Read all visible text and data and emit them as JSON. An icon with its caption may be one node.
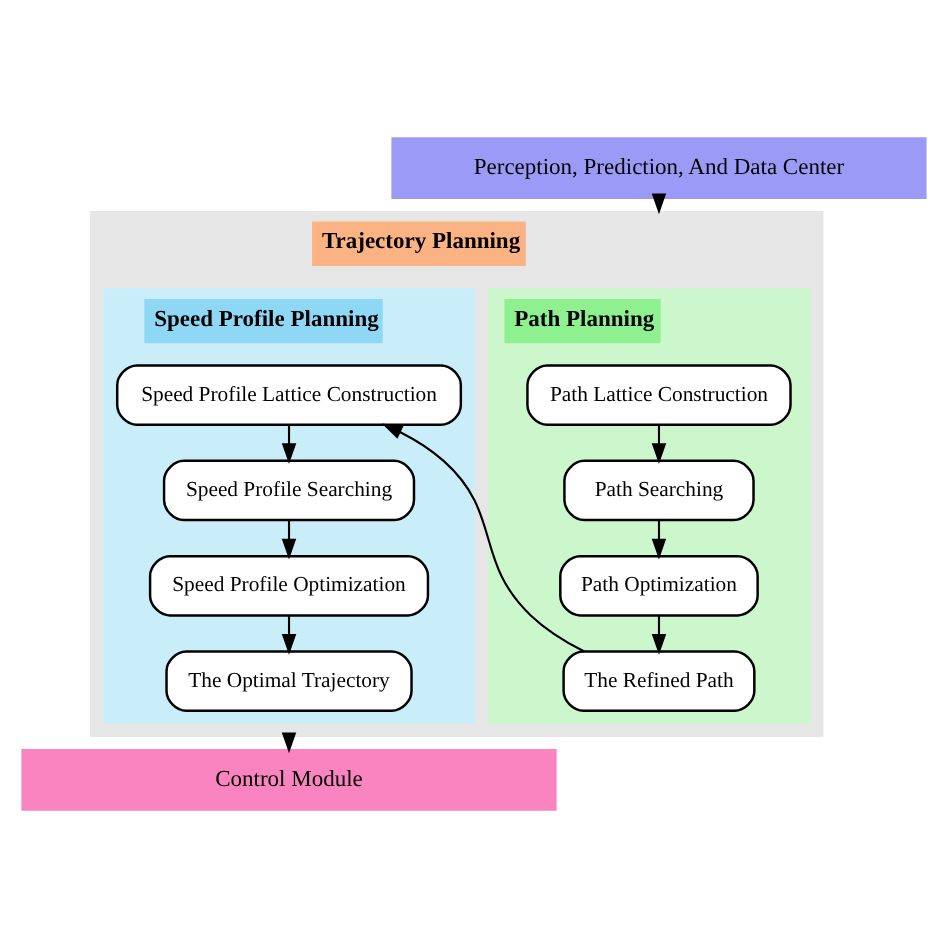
{
  "diagram": {
    "nodes": [
      {
        "text": [
          "Perception, Prediction, And Data Center"
        ]
      },
      {
        "text": [
          "Trajectory Planning"
        ]
      },
      {
        "text": [
          "Path Planning"
        ],
        "in": 1
      },
      {
        "text": [
          "Path Lattice Construction"
        ],
        "in": 2
      },
      {
        "text": [
          "Path Searching"
        ],
        "in": 2
      },
      {
        "text": [
          "Path Optimization"
        ],
        "in": 2
      },
      {
        "text": [
          "The Refined Path"
        ],
        "in": 2
      },
      {
        "text": [
          "Speed Profile Planning"
        ],
        "in": 1
      },
      {
        "text": [
          "Speed Profile Lattice Construction"
        ],
        "in": 7
      },
      {
        "text": [
          "Speed Profile Searching"
        ],
        "in": 7
      },
      {
        "text": [
          "Speed Profile Optimization"
        ],
        "in": 7
      },
      {
        "text": [
          "The Optimal Trajectory"
        ],
        "in": 7
      },
      {
        "text": [
          "Control Module"
        ]
      }
    ],
    "edges": [
      {
        "from": 0,
        "to": 1,
        "arrow": "to",
        "style": "dashed"
      },
      {
        "from": 3,
        "to": 4,
        "arrow": "to"
      },
      {
        "from": 4,
        "to": 5,
        "arrow": "to"
      },
      {
        "from": 5,
        "to": 6,
        "arrow": "to"
      },
      {
        "from": 6,
        "to": 8,
        "arrow": "to"
      },
      {
        "from": 8,
        "to": 9,
        "arrow": "to"
      },
      {
        "from": 9,
        "to": 10,
        "arrow": "to"
      },
      {
        "from": 10,
        "to": 11,
        "arrow": "to"
      },
      {
        "from": 1,
        "to": 12,
        "arrow": "to",
        "style": "dashed"
      }
    ]
  }
}
